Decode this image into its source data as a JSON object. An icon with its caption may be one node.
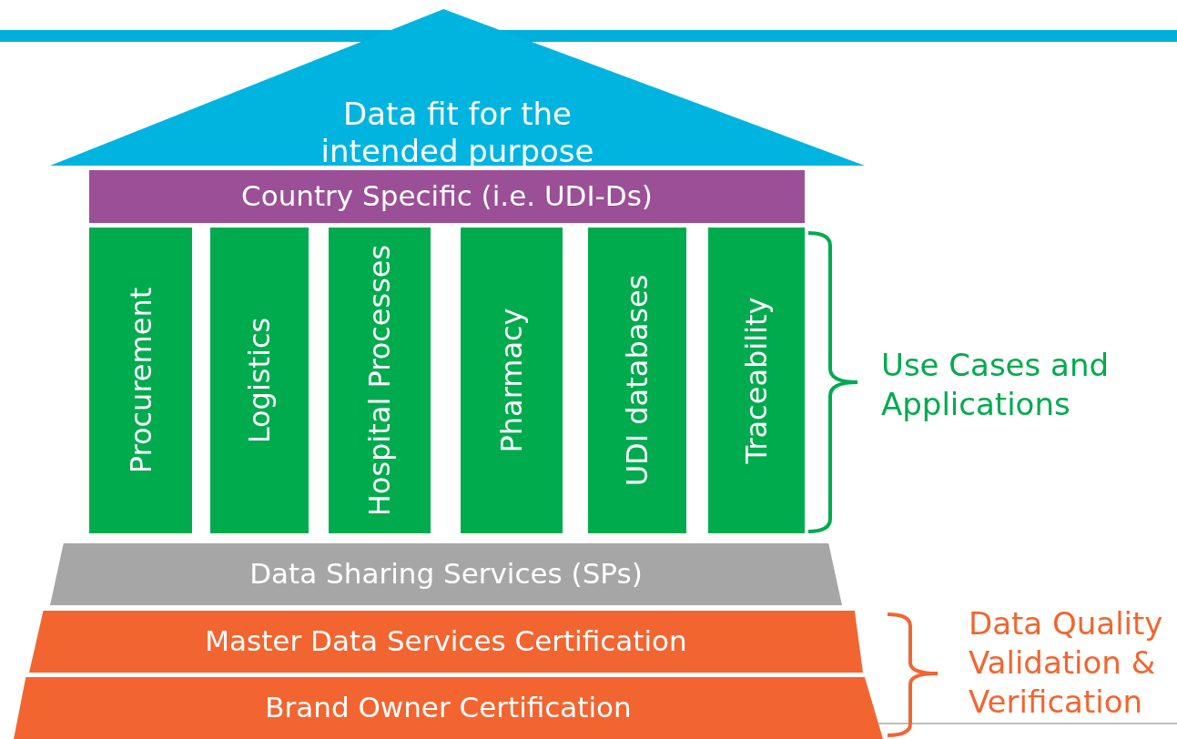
{
  "diagram": {
    "nodes": [
      {
        "text": [
          "Data fit for the intended purpose"
        ]
      },
      {
        "text": [
          "Country Specific (i.e. UDI-Ds)"
        ]
      },
      {
        "text": [
          "Procurement"
        ]
      },
      {
        "text": [
          "Logistics"
        ]
      },
      {
        "text": [
          "Hospital Processes"
        ]
      },
      {
        "text": [
          "Pharmacy"
        ]
      },
      {
        "text": [
          "UDI databases"
        ]
      },
      {
        "text": [
          "Traceability"
        ]
      },
      {
        "text": [
          "Data Sharing Services (SPs)"
        ]
      },
      {
        "text": [
          "Master Data Services Certification"
        ]
      },
      {
        "text": [
          "Brand Owner Certification"
        ]
      }
    ],
    "edges": [],
    "labels": [
      "Use Cases and Applications",
      "Data Quality Validation & Verification"
    ]
  }
}
